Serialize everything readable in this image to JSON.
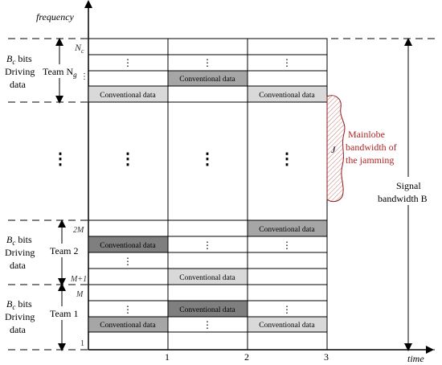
{
  "axes": {
    "y_label": "frequency",
    "x_label": "time",
    "x_ticks": [
      "1",
      "2",
      "3"
    ]
  },
  "row_labels": {
    "nc": "N",
    "nc_sub": "c",
    "top_team": "Team N",
    "top_team_sub": "g",
    "two_m": "2M",
    "m_plus_1": "M+1",
    "m": "M",
    "one": "1"
  },
  "groups": {
    "bits_prefix": "B",
    "bits_sub": "c",
    "bits_suffix": " bits",
    "driving": "Driving",
    "data_word": "data",
    "team_2": "Team 2",
    "team_1": "Team 1"
  },
  "cells": {
    "conventional": "Conventional data",
    "dots": "⋮",
    "hdots": "⋮"
  },
  "jamming": {
    "symbol": "J",
    "line1": "Mainlobe",
    "line2": "bandwidth of",
    "line3": "the jamming",
    "color": "#b22222"
  },
  "signal": {
    "line1": "Signal",
    "line2": "bandwidth B"
  },
  "colors": {
    "dark_fill": "#7f7f7f",
    "mid_fill": "#a6a6a6",
    "light_fill": "#d9d9d9",
    "line": "#000000"
  }
}
